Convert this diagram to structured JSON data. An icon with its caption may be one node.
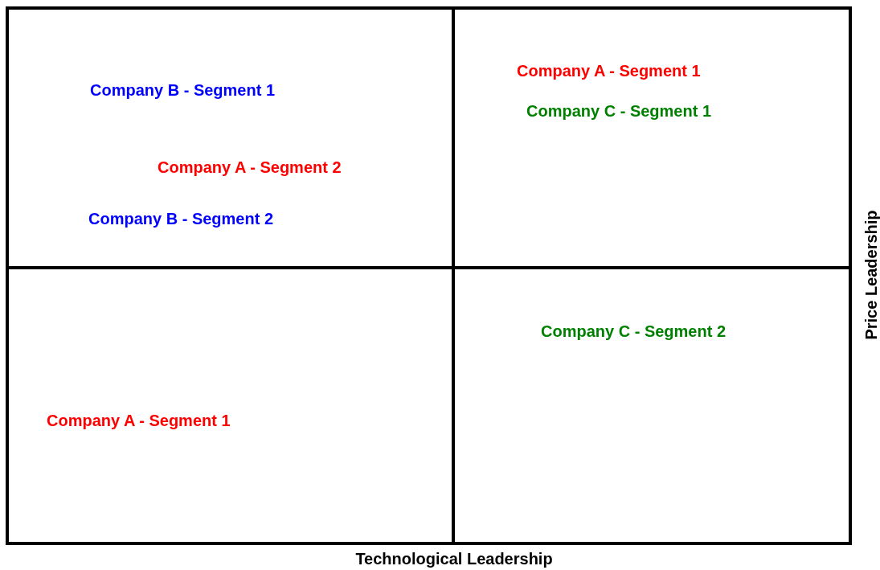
{
  "diagram": {
    "nodes": [
      {
        "text": [
          "Company B - Segment 1",
          "Company A - Segment 2",
          "Company B - Segment 2"
        ]
      },
      {
        "text": [
          "Company A - Segment 1",
          "Company C - Segment 1"
        ]
      },
      {
        "text": [
          "Company A - Segment 1"
        ]
      },
      {
        "text": [
          "Company C - Segment 2"
        ]
      }
    ],
    "labels": [
      "Price Leadership",
      "Technological Leadership"
    ]
  }
}
